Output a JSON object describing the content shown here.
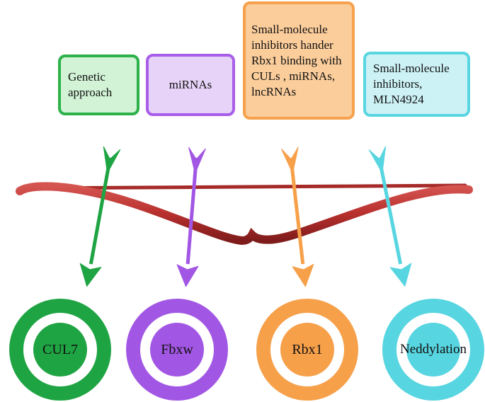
{
  "boxes": [
    {
      "text": "Genetic approach",
      "color": "#2db14a",
      "fill": "#d2f3d6"
    },
    {
      "text": "miRNAs",
      "color": "#a85ee8",
      "fill": "#e8d3f8"
    },
    {
      "text": "Small-molecule inhibitors hander Rbx1 binding with CULs , miRNAs, lncRNAs",
      "color": "#f6a14d",
      "fill": "#fbcd9b"
    },
    {
      "text": "Small-molecule inhibitors, MLN4924",
      "color": "#59d6e0",
      "fill": "#cdf2f6"
    }
  ],
  "targets": [
    {
      "label": "CUL7",
      "color": "#1fa443"
    },
    {
      "label": "Fbxw",
      "color": "#a257e4"
    },
    {
      "label": "Rbx1",
      "color": "#f7a04a"
    },
    {
      "label": "Neddylation",
      "color": "#57d5e0"
    }
  ],
  "bow_color": "#b8302e"
}
